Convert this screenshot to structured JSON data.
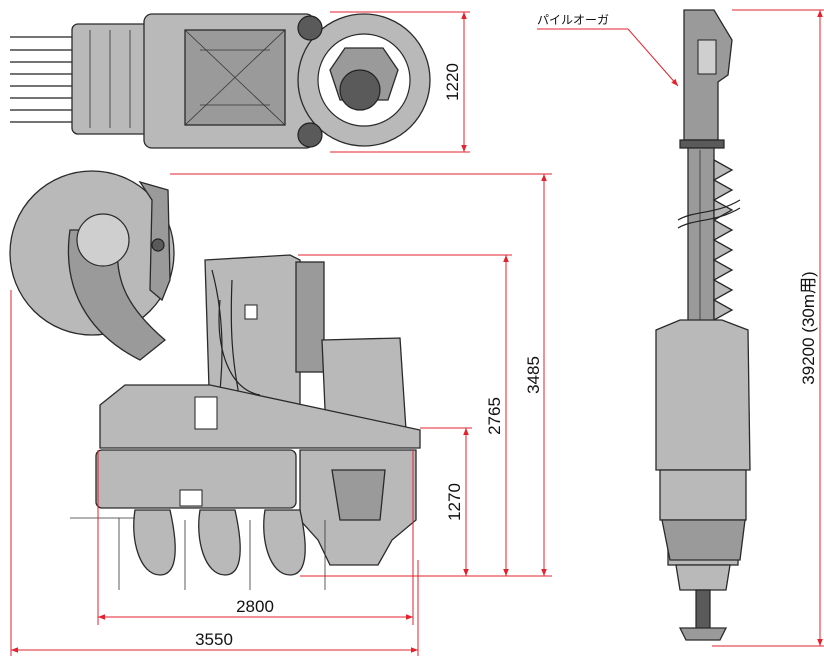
{
  "callout": {
    "pile_auger": "パイルオーガ"
  },
  "dimensions": {
    "top_view_width": "1220",
    "overall_height": "3485",
    "frame_height": "2765",
    "lower_height": "1270",
    "inner_length": "2800",
    "overall_length": "3550",
    "auger_length": "39200 (30m用)"
  },
  "colors": {
    "dimension_line": "#e3222c",
    "machine_fill": "#b9b9b9",
    "outline": "#2a2a2a"
  }
}
